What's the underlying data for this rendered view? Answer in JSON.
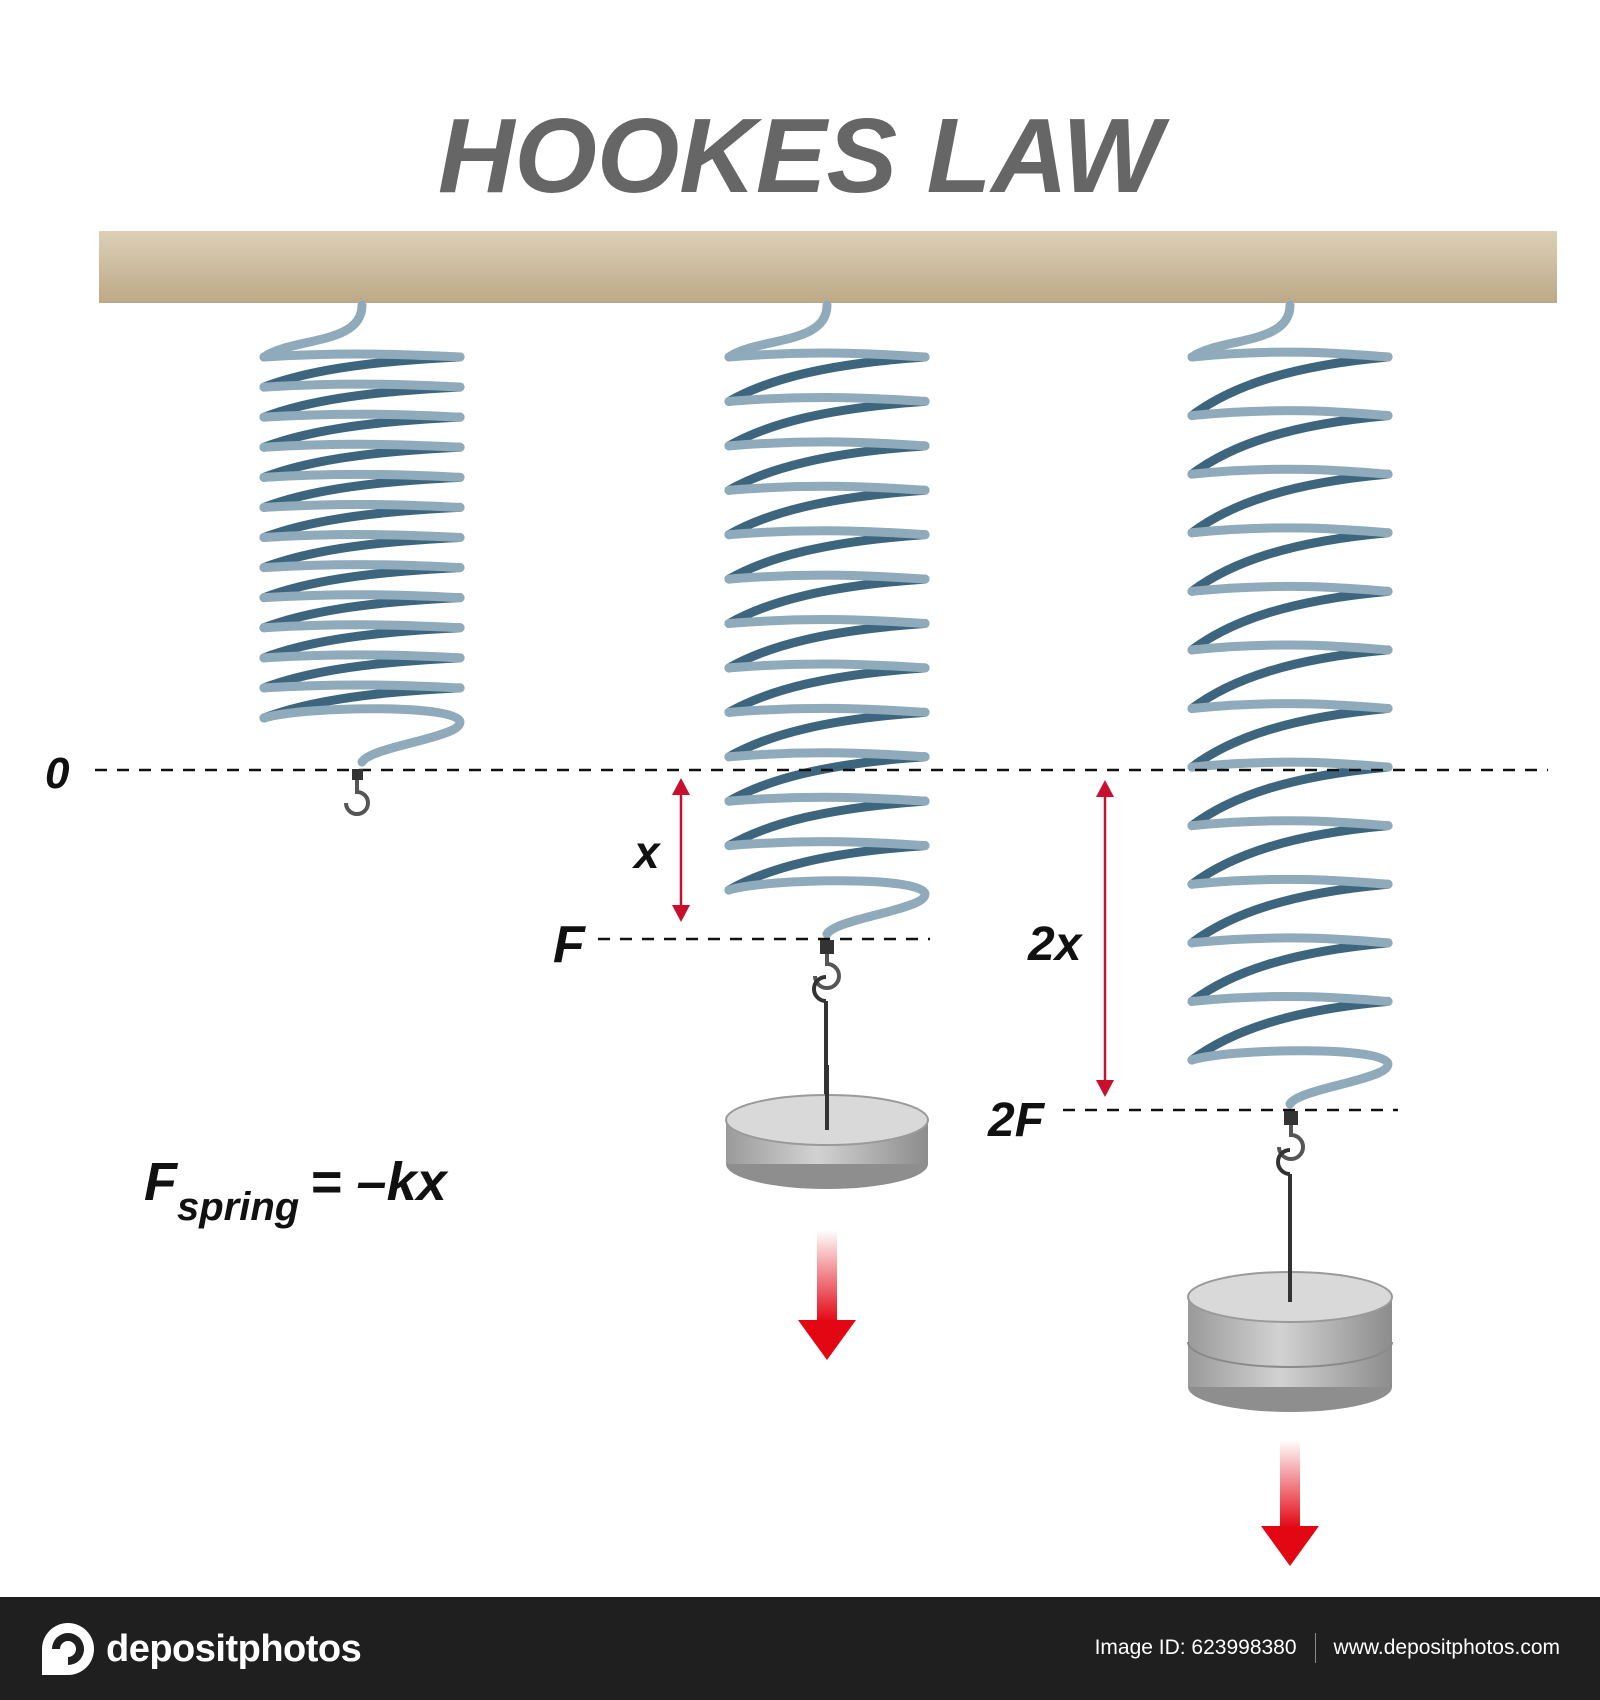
{
  "title": "HOOKES LAW",
  "labels": {
    "zero": "0",
    "x": "x",
    "two_x": "2x",
    "f": "F",
    "two_f": "2F"
  },
  "formula": {
    "main": "F",
    "subscript": "spring",
    "rhs": "= –kx"
  },
  "footer": {
    "brand": "depositphotos",
    "image_id": "Image ID: 623998380",
    "website": "www.depositphotos.com"
  },
  "colors": {
    "beam": "#cbb89a",
    "spring_light": "#8faabb",
    "spring_dark": "#3d667e",
    "arrow_red": "#c8102e",
    "force_arrow": "#e30613",
    "weight_gray": "#bdbdbd"
  }
}
